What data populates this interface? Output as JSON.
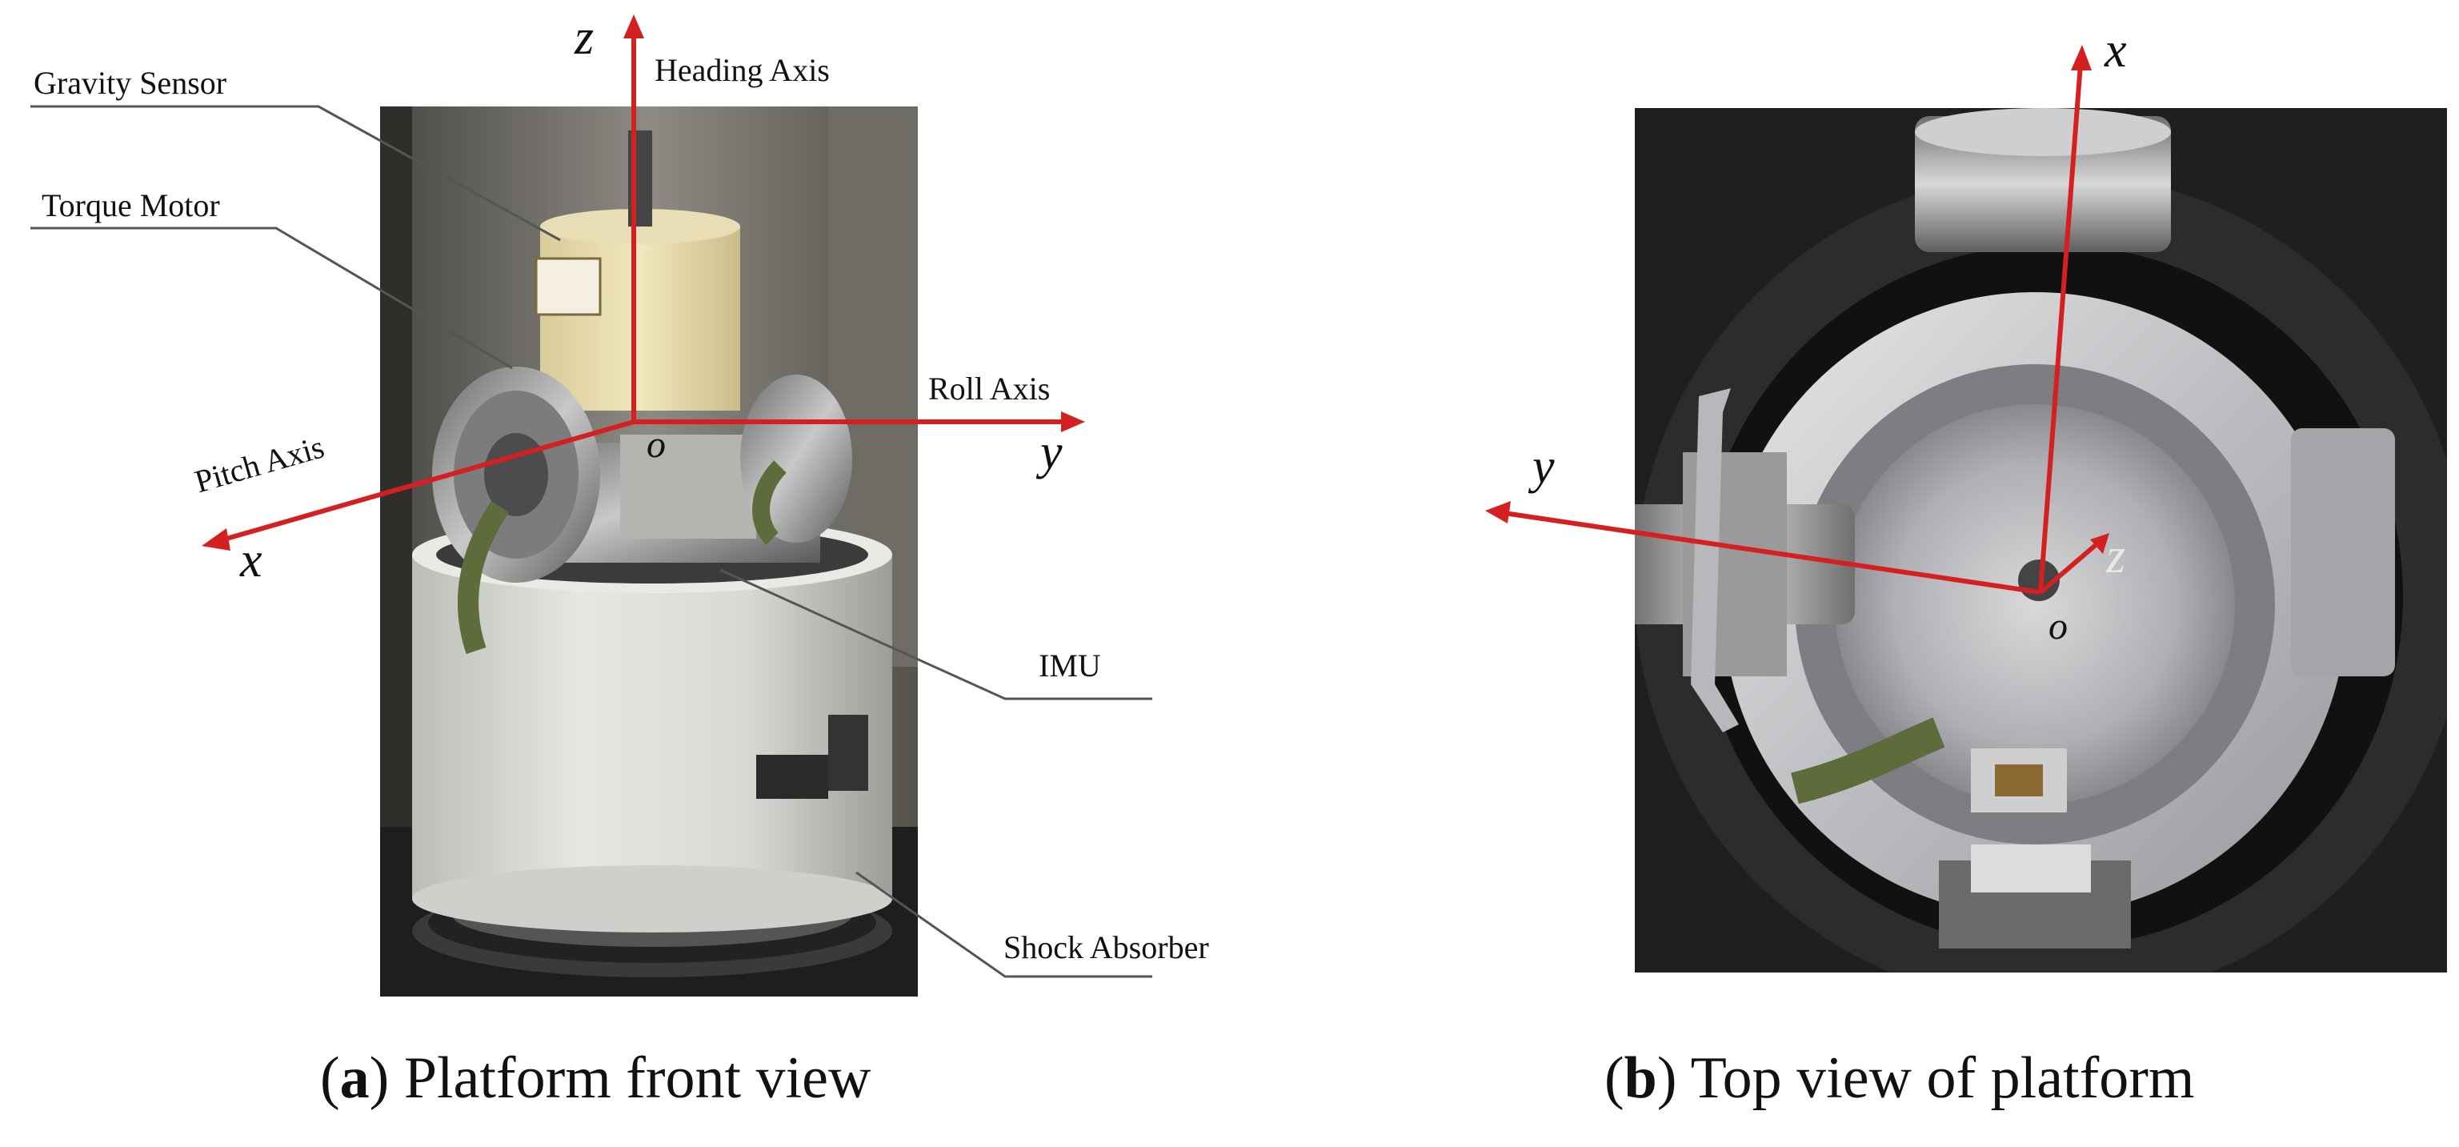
{
  "panel_a": {
    "callouts": {
      "gravity_sensor": "Gravity Sensor",
      "torque_motor": "Torque Motor",
      "heading_axis": "Heading Axis",
      "roll_axis": "Roll Axis",
      "pitch_axis": "Pitch Axis",
      "imu": "IMU",
      "shock_absorber": "Shock Absorber"
    },
    "axes": {
      "z": "z",
      "y": "y",
      "x": "x",
      "origin": "o"
    },
    "caption": {
      "letter": "a",
      "text": " Platform front view"
    }
  },
  "panel_b": {
    "axes": {
      "x": "x",
      "y": "y",
      "z": "z",
      "origin": "o"
    },
    "caption": {
      "letter": "b",
      "text": " Top view of platform"
    }
  },
  "colors": {
    "axis_red": "#d42020",
    "leader_line": "#555555"
  }
}
